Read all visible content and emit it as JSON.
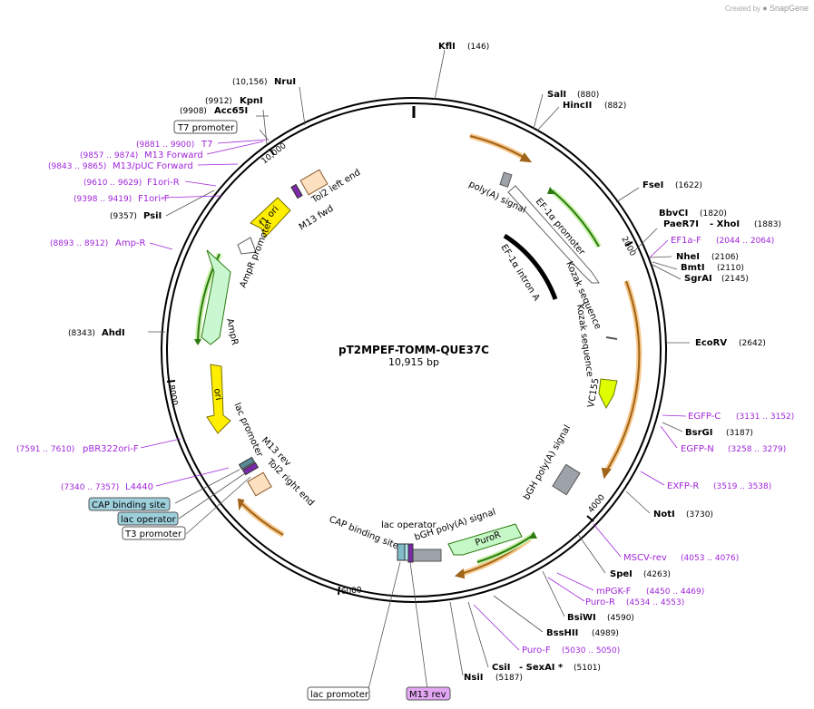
{
  "credit": {
    "prefix": "Created by",
    "brand": "SnapGene"
  },
  "plasmid": {
    "name": "pT2MPEF-TOMM-QUE37C",
    "size": "10,915 bp"
  },
  "ticks": [
    "2000",
    "4000",
    "6000",
    "8000",
    "10,000"
  ],
  "enzymes": [
    {
      "name": "KflI",
      "pos": "(146)"
    },
    {
      "name": "SalI",
      "pos": "(880)"
    },
    {
      "name": "HincII",
      "pos": "(882)"
    },
    {
      "name": "FseI",
      "pos": "(1622)"
    },
    {
      "name": "BbvCI",
      "pos": "(1820)"
    },
    {
      "name": "PaeR7I",
      "pos": ""
    },
    {
      "name": "- XhoI",
      "pos": "(1883)"
    },
    {
      "name": "NheI",
      "pos": "(2106)"
    },
    {
      "name": "BmtI",
      "pos": "(2110)"
    },
    {
      "name": "SgrAI",
      "pos": "(2145)"
    },
    {
      "name": "EcoRV",
      "pos": "(2642)"
    },
    {
      "name": "BsrGI",
      "pos": "(3187)"
    },
    {
      "name": "NotI",
      "pos": "(3730)"
    },
    {
      "name": "SpeI",
      "pos": "(4263)"
    },
    {
      "name": "BsiWI",
      "pos": "(4590)"
    },
    {
      "name": "BssHII",
      "pos": "(4989)"
    },
    {
      "name": "CsiI",
      "pos": ""
    },
    {
      "name": "- SexAI *",
      "pos": "(5101)"
    },
    {
      "name": "NsiI",
      "pos": "(5187)"
    },
    {
      "name": "AhdI",
      "pos": "(8343)"
    },
    {
      "name": "PsiI",
      "pos": "(9357)"
    },
    {
      "name": "Acc65I",
      "pos": "(9908)"
    },
    {
      "name": "KpnI",
      "pos": "(9912)"
    },
    {
      "name": "NruI",
      "pos": "(10,156)"
    }
  ],
  "primers": [
    {
      "name": "EF1a-F",
      "pos": "(2044 .. 2064)"
    },
    {
      "name": "EGFP-C",
      "pos": "(3131 .. 3152)"
    },
    {
      "name": "EGFP-N",
      "pos": "(3258 .. 3279)"
    },
    {
      "name": "EXFP-R",
      "pos": "(3519 .. 3538)"
    },
    {
      "name": "MSCV-rev",
      "pos": "(4053 .. 4076)"
    },
    {
      "name": "mPGK-F",
      "pos": "(4450 .. 4469)"
    },
    {
      "name": "Puro-R",
      "pos": "(4534 .. 4553)"
    },
    {
      "name": "Puro-F",
      "pos": "(5030 .. 5050)"
    },
    {
      "name": "pBR322ori-F",
      "pos": "(7591 .. 7610)"
    },
    {
      "name": "L4440",
      "pos": "(7340 .. 7357)"
    },
    {
      "name": "Amp-R",
      "pos": "(8893 .. 8912)"
    },
    {
      "name": "F1ori-F",
      "pos": "(9398 .. 9419)"
    },
    {
      "name": "F1ori-R",
      "pos": "(9610 .. 9629)"
    },
    {
      "name": "M13/pUC Forward",
      "pos": "(9843 .. 9865)"
    },
    {
      "name": "M13 Forward",
      "pos": "(9857 .. 9874)"
    },
    {
      "name": "T7",
      "pos": "(9881 .. 9900)"
    }
  ],
  "boxed": [
    {
      "name": "T7 promoter",
      "color": "#ffffff"
    },
    {
      "name": "CAP binding site",
      "color": "#9ed0dc"
    },
    {
      "name": "lac operator",
      "color": "#9ed0dc"
    },
    {
      "name": "T3 promoter",
      "color": "#ffffff"
    },
    {
      "name": "lac promoter",
      "color": "#ffffff"
    },
    {
      "name": "M13 rev",
      "color": "#e3a6f2"
    }
  ],
  "features": [
    "poly(A) signal",
    "EF-1α promoter",
    "Kozak sequence",
    "Kozak sequence",
    "EF-1α intron A",
    "VC155",
    "bGH poly(A) signal",
    "PuroR",
    "bGH poly(A) signal",
    "lac operator",
    "CAP binding site",
    "Tol2 right end",
    "M13 rev",
    "lac promoter",
    "ori",
    "AmpR",
    "AmpR promoter",
    "f1 ori",
    "Tol2 left end",
    "M13 fwd"
  ]
}
